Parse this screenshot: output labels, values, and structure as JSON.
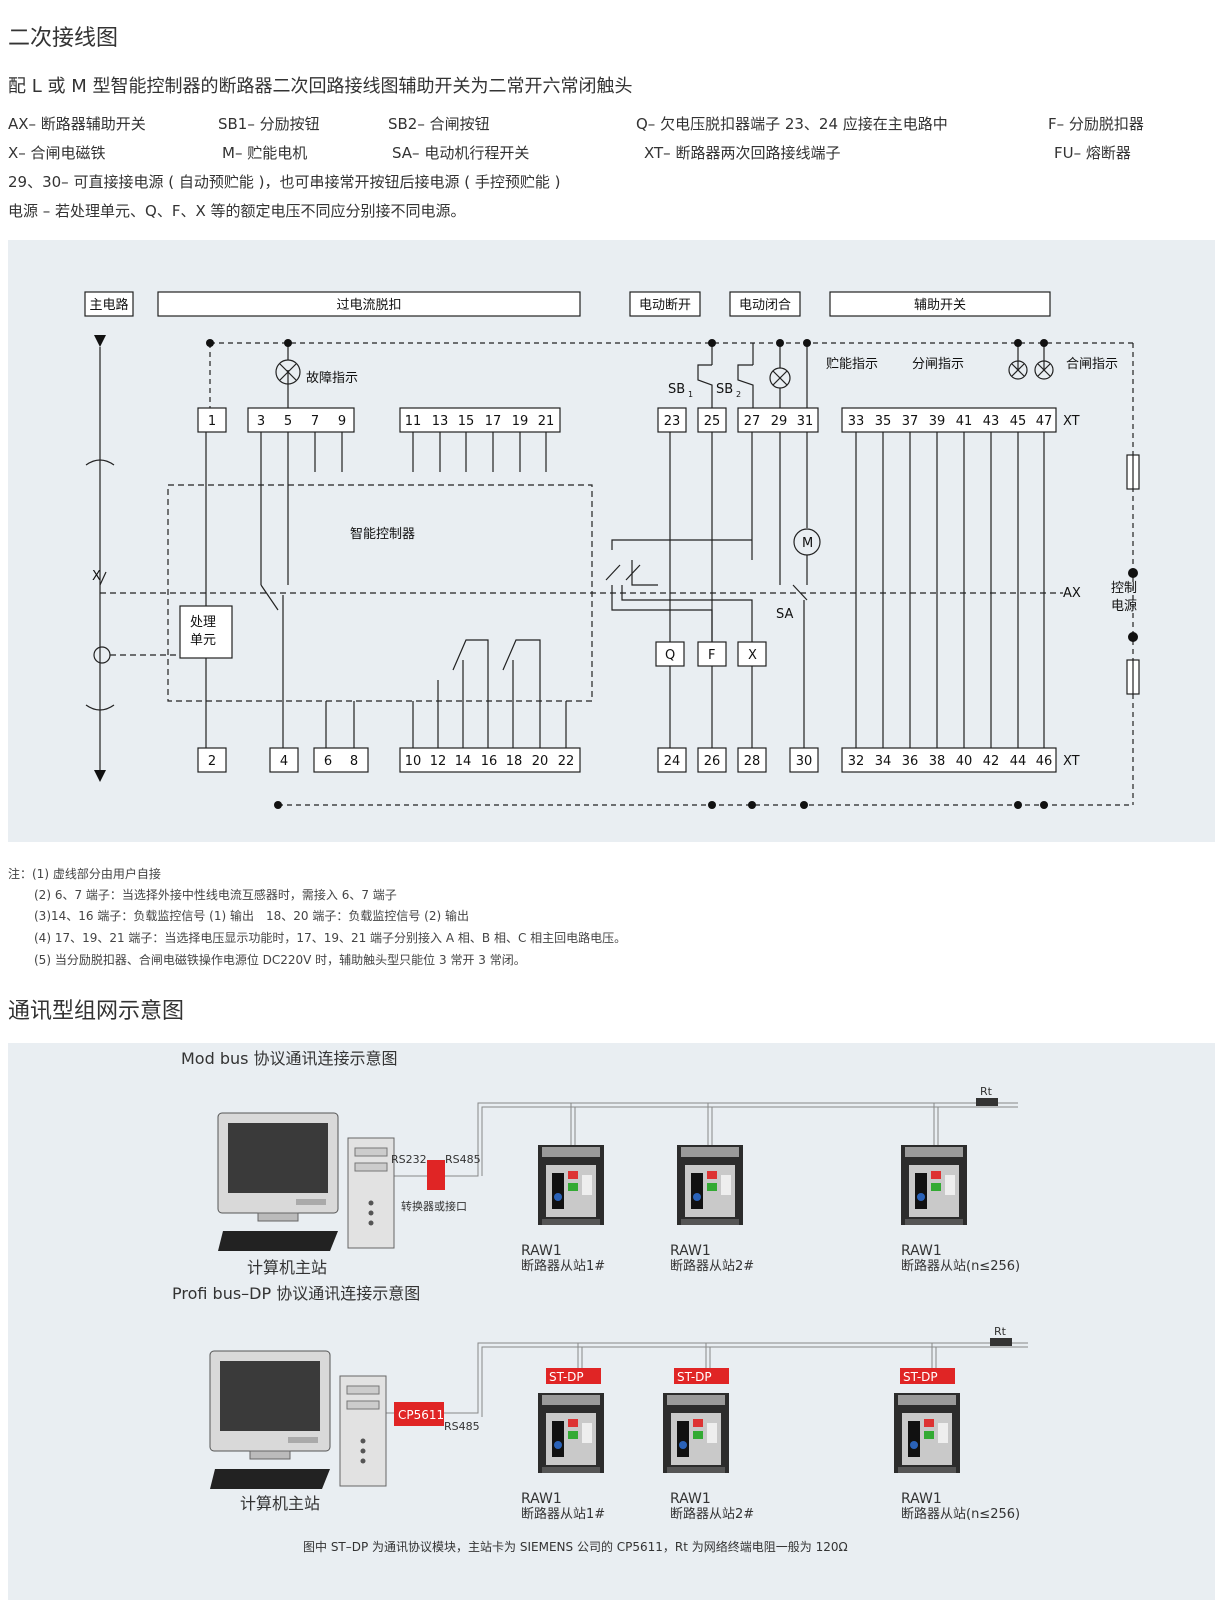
{
  "section1_title": "二次接线图",
  "subtitle": "配 L 或 M 型智能控制器的断路器二次回路接线图辅助开关为二常开六常闭触头",
  "legend": {
    "ax": "AX– 断路器辅助开关",
    "sb1": "SB1– 分励按钮",
    "sb2": "SB2– 合闸按钮",
    "q": "Q– 欠电压脱扣器端子 23、24 应接在主电路中",
    "f": "F– 分励脱扣器",
    "x": "X– 合闸电磁铁",
    "m": "M– 贮能电机",
    "sa": "SA– 电动机行程开关",
    "xt": "XT– 断路器两次回路接线端子",
    "fu": "FU– 熔断器",
    "line29": "29、30– 可直接接电源 ( 自动预贮能 )，也可串接常开按钮后接电源 ( 手控预贮能 )",
    "power": "电源 – 若处理单元、Q、F、X 等的额定电压不同应分别接不同电源。"
  },
  "wiring": {
    "header_main": "主电路",
    "header_overcurrent": "过电流脱扣",
    "header_open": "电动断开",
    "header_close": "电动闭合",
    "header_aux": "辅助开关",
    "fault_indicator": "故障指示",
    "storage_indicator": "贮能指示",
    "open_indicator": "分闸指示",
    "close_indicator": "合闸指示",
    "controller": "智能控制器",
    "processing_line1": "处理",
    "processing_line2": "单元",
    "control_power_line1": "控制",
    "control_power_line2": "电源",
    "sb1": "SB",
    "sb1_sub": "1",
    "sb2": "SB",
    "sb2_sub": "2",
    "sa": "SA",
    "ax": "AX",
    "xt": "XT",
    "x_mark": "X",
    "motor": "M",
    "q": "Q",
    "f": "F",
    "x": "X",
    "top_terminals": [
      "1",
      "3",
      "5",
      "7",
      "9",
      "11",
      "13",
      "15",
      "17",
      "19",
      "21",
      "23",
      "25",
      "27",
      "29",
      "31",
      "33",
      "35",
      "37",
      "39",
      "41",
      "43",
      "45",
      "47"
    ],
    "bottom_terminals": [
      "2",
      "4",
      "6",
      "8",
      "10",
      "12",
      "14",
      "16",
      "18",
      "20",
      "22",
      "24",
      "26",
      "28",
      "30",
      "32",
      "34",
      "36",
      "38",
      "40",
      "42",
      "44",
      "46"
    ]
  },
  "notes": [
    "注：(1) 虚线部分由用户自接",
    "(2) 6、7 端子：当选择外接中性线电流互感器时，需接入 6、7 端子",
    "(3)14、16 端子：负载监控信号 (1) 输出　18、20 端子：负载监控信号 (2) 输出",
    "(4) 17、19、21 端子：当选择电压显示功能时，17、19、21 端子分别接入 A 相、B 相、C 相主回电路电压。",
    "(5) 当分励脱扣器、合闸电磁铁操作电源位 DC220V 时，辅助触头型只能位 3 常开 3 常闭。"
  ],
  "section2_title": "通讯型组网示意图",
  "network": {
    "modbus_title": "Mod bus 协议通讯连接示意图",
    "profibus_title": "Profi bus–DP 协议通讯连接示意图",
    "rs232": "RS232",
    "rs485": "RS485",
    "converter": "转换器或接口",
    "cp5611": "CP5611",
    "rt": "Rt",
    "st_dp": "ST-DP",
    "computer_master": "计算机主站",
    "raw1": "RAW1",
    "slave1": "断路器从站1#",
    "slave2": "断路器从站2#",
    "slaven": "断路器从站(n≤256)",
    "footer": "图中 ST–DP 为通讯协议模块，主站卡为 SIEMENS 公司的 CP5611，Rt 为网络终端电阻一般为 120Ω"
  },
  "colors": {
    "panel": "#e9eef2",
    "red": "#e02525",
    "line": "#222222"
  }
}
